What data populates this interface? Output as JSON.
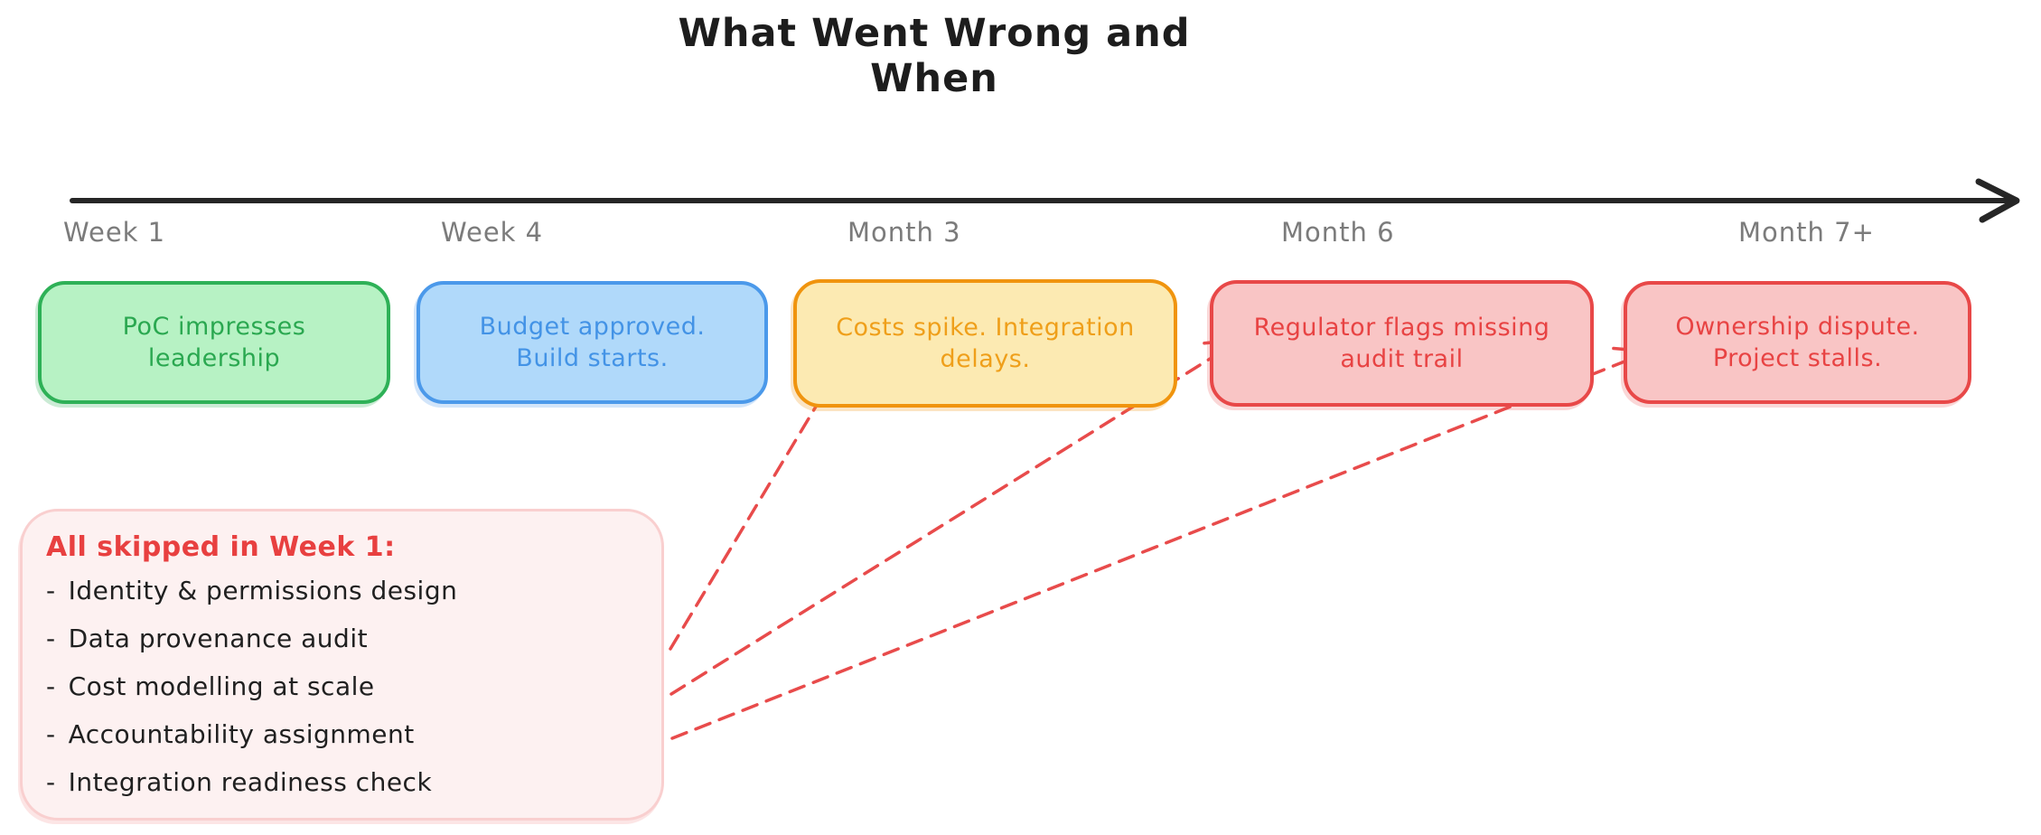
{
  "title": "What Went Wrong and When",
  "timeline": {
    "labels": [
      "Week 1",
      "Week 4",
      "Month 3",
      "Month 6",
      "Month 7+"
    ]
  },
  "milestones": [
    {
      "label": "PoC impresses leadership",
      "status": "positive",
      "color": "#2eb157",
      "fill": "#b7f2c4"
    },
    {
      "label": "Budget approved. Build starts.",
      "status": "neutral",
      "color": "#4b99ea",
      "fill": "#b0d9fa"
    },
    {
      "label": "Costs spike. Integration delays.",
      "status": "warning",
      "color": "#f0940e",
      "fill": "#fceab2"
    },
    {
      "label": "Regulator flags missing audit trail",
      "status": "critical",
      "color": "#e84848",
      "fill": "#f9c5c5"
    },
    {
      "label": "Ownership dispute. Project stalls.",
      "status": "critical",
      "color": "#e84848",
      "fill": "#f9c5c5"
    }
  ],
  "note": {
    "title": "All skipped in Week 1:",
    "bullet": "-",
    "items": [
      "Identity & permissions design",
      "Data provenance audit",
      "Cost modelling at scale",
      "Accountability assignment",
      "Integration readiness check"
    ]
  },
  "colors": {
    "timeline_arrow": "#262626",
    "timeline_label_gray": "#7b7b7b",
    "connector_red": "#e84b4b",
    "note_fill": "#fdf1f1",
    "note_border": "#f9cfcf",
    "note_title_red": "#e84040",
    "note_text_dark": "#202020",
    "title_dark": "#1d1d1d"
  }
}
